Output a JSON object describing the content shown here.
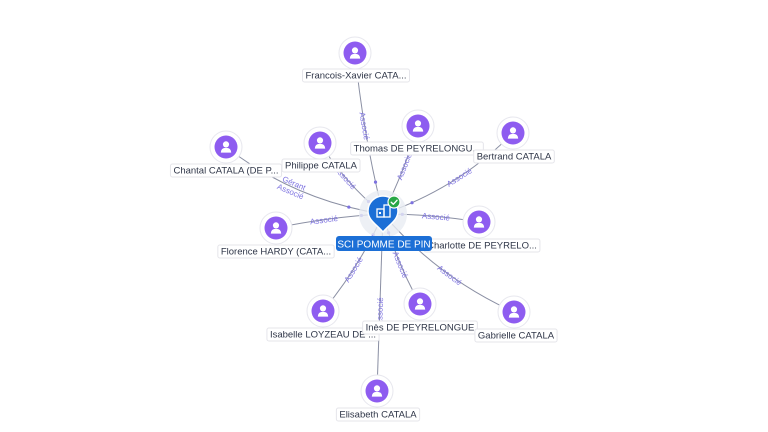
{
  "center": {
    "name": "SCI POMME DE PIN",
    "icon": "building-icon",
    "badge_icon": "check-icon",
    "colors": {
      "pin": "#1c6fd6",
      "badge": "#27a745",
      "label_bg": "#1c6fd6"
    }
  },
  "edge_label": "Associé",
  "edge_label_gerant": "Gérant",
  "nodes": [
    {
      "id": "francois-xavier",
      "name": "Francois-Xavier CATA...",
      "role": "Associé",
      "icon": "person-icon"
    },
    {
      "id": "thomas",
      "name": "Thomas DE PEYRELONGU...",
      "role": "Associé",
      "icon": "person-icon"
    },
    {
      "id": "bertrand",
      "name": "Bertrand CATALA",
      "role": "Associé",
      "icon": "person-icon"
    },
    {
      "id": "philippe",
      "name": "Philippe CATALA",
      "role": "Associé",
      "icon": "person-icon"
    },
    {
      "id": "chantal",
      "name": "Chantal CATALA (DE P...",
      "role": "Gérant / Associé",
      "icon": "person-icon"
    },
    {
      "id": "florence",
      "name": "Florence HARDY (CATA...",
      "role": "Associé",
      "icon": "person-icon"
    },
    {
      "id": "charlotte",
      "name": "Charlotte DE PEYRELO...",
      "role": "Associé",
      "icon": "person-icon"
    },
    {
      "id": "isabelle",
      "name": "Isabelle LOYZEAU DE ...",
      "role": "Associé",
      "icon": "person-icon"
    },
    {
      "id": "ines",
      "name": "Inès DE PEYRELONGUE",
      "role": "Associé",
      "icon": "person-icon"
    },
    {
      "id": "gabrielle",
      "name": "Gabrielle CATALA",
      "role": "Associé",
      "icon": "person-icon"
    },
    {
      "id": "elisabeth",
      "name": "Elisabeth CATALA",
      "role": "Associé",
      "icon": "person-icon"
    }
  ],
  "colors": {
    "node": "#8e5cf0",
    "edge": "#8a8fa3",
    "edge_label": "#7d72e0"
  }
}
